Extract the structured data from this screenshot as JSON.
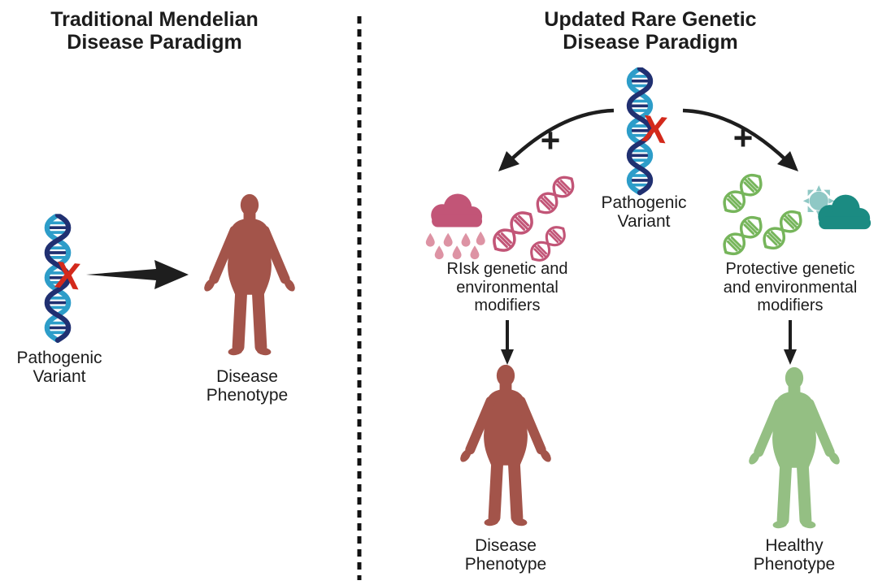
{
  "left_panel": {
    "title": "Traditional Mendelian\nDisease Paradigm",
    "x_mark": "X",
    "pathogenic_variant_label": "Pathogenic\nVariant",
    "disease_phenotype_label": "Disease\nPhenotype"
  },
  "right_panel": {
    "title": "Updated Rare Genetic\nDisease Paradigm",
    "x_mark": "X",
    "pathogenic_variant_label": "Pathogenic\nVariant",
    "plus_left": "+",
    "plus_right": "+",
    "risk_modifiers_label": "RIsk genetic and\nenvironmental\nmodifiers",
    "protective_modifiers_label": "Protective genetic\nand environmental\nmodifiers",
    "disease_phenotype_label": "Disease\nPhenotype",
    "healthy_phenotype_label": "Healthy\nPhenotype"
  },
  "icons": {
    "pathogenic_dna": "dna-helix-with-red-x",
    "risk_dna": "pink-dna-helix-outline",
    "protective_dna": "green-dna-helix-outline",
    "rain_cloud": "pink-cloud-with-raindrops",
    "sun_cloud": "teal-cloud-with-sun",
    "disease_person": "red-human-silhouette",
    "healthy_person": "green-human-silhouette",
    "divider": "vertical-dashed-line"
  },
  "colors": {
    "text_black": "#1c1c1c",
    "arrow_black": "#1e1e1e",
    "divider_black": "#111111",
    "dna_navy": "#203071",
    "dna_blue": "#2d9dc9",
    "x_red": "#d3291b",
    "disease_person": "#a3544a",
    "healthy_person": "#94bf83",
    "risk_pink": "#c25577",
    "rain_drop": "#dd93a4",
    "protective_green": "#76b55b",
    "environment_teal": "#1b8b82",
    "sun_teal": "#8fc8c5"
  }
}
